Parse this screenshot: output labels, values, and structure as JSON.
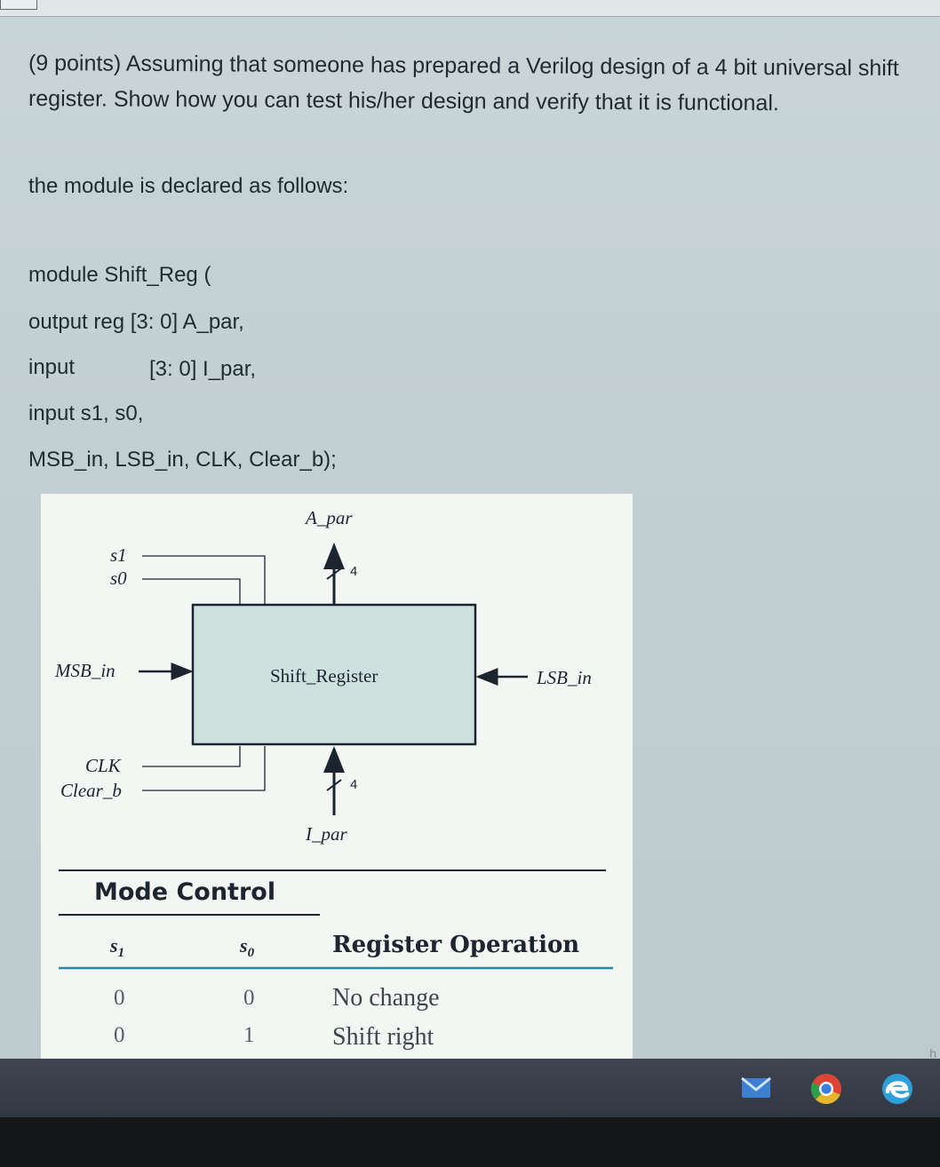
{
  "question": {
    "line1": "(9 points) Assuming that someone has prepared  a Verilog design of a 4 bit universal shift",
    "line2": "register. Show how you can test his/her design and verify that it is functional."
  },
  "intro": "the module is declared as follows:",
  "code": {
    "l1": "module Shift_Reg (",
    "l2": "output reg [3: 0] A_par,",
    "l3a": "input",
    "l3b": "[3: 0] I_par,",
    "l4": "input s1, s0,",
    "l5": "MSB_in, LSB_in, CLK, Clear_b);"
  },
  "diagram": {
    "top_output": "A_par",
    "bus_width_top": "4",
    "s1": "s1",
    "s0": "s0",
    "msb_in": "MSB_in",
    "block": "Shift_Register",
    "lsb_in": "LSB_in",
    "clk": "CLK",
    "clear_b": "Clear_b",
    "bus_width_bottom": "4",
    "bottom_input": "I_par"
  },
  "mode_table": {
    "title": "Mode Control",
    "col_s1": "s",
    "col_s1_sub": "1",
    "col_s0": "s",
    "col_s0_sub": "0",
    "col_op": "Register Operation",
    "rows": [
      {
        "s1": "0",
        "s0": "0",
        "op": "No change"
      },
      {
        "s1": "0",
        "s0": "1",
        "op": "Shift right"
      }
    ]
  },
  "taskbar": {
    "icons": [
      "mail-icon",
      "chrome-icon",
      "edge-icon"
    ],
    "edge_hint": "h"
  }
}
